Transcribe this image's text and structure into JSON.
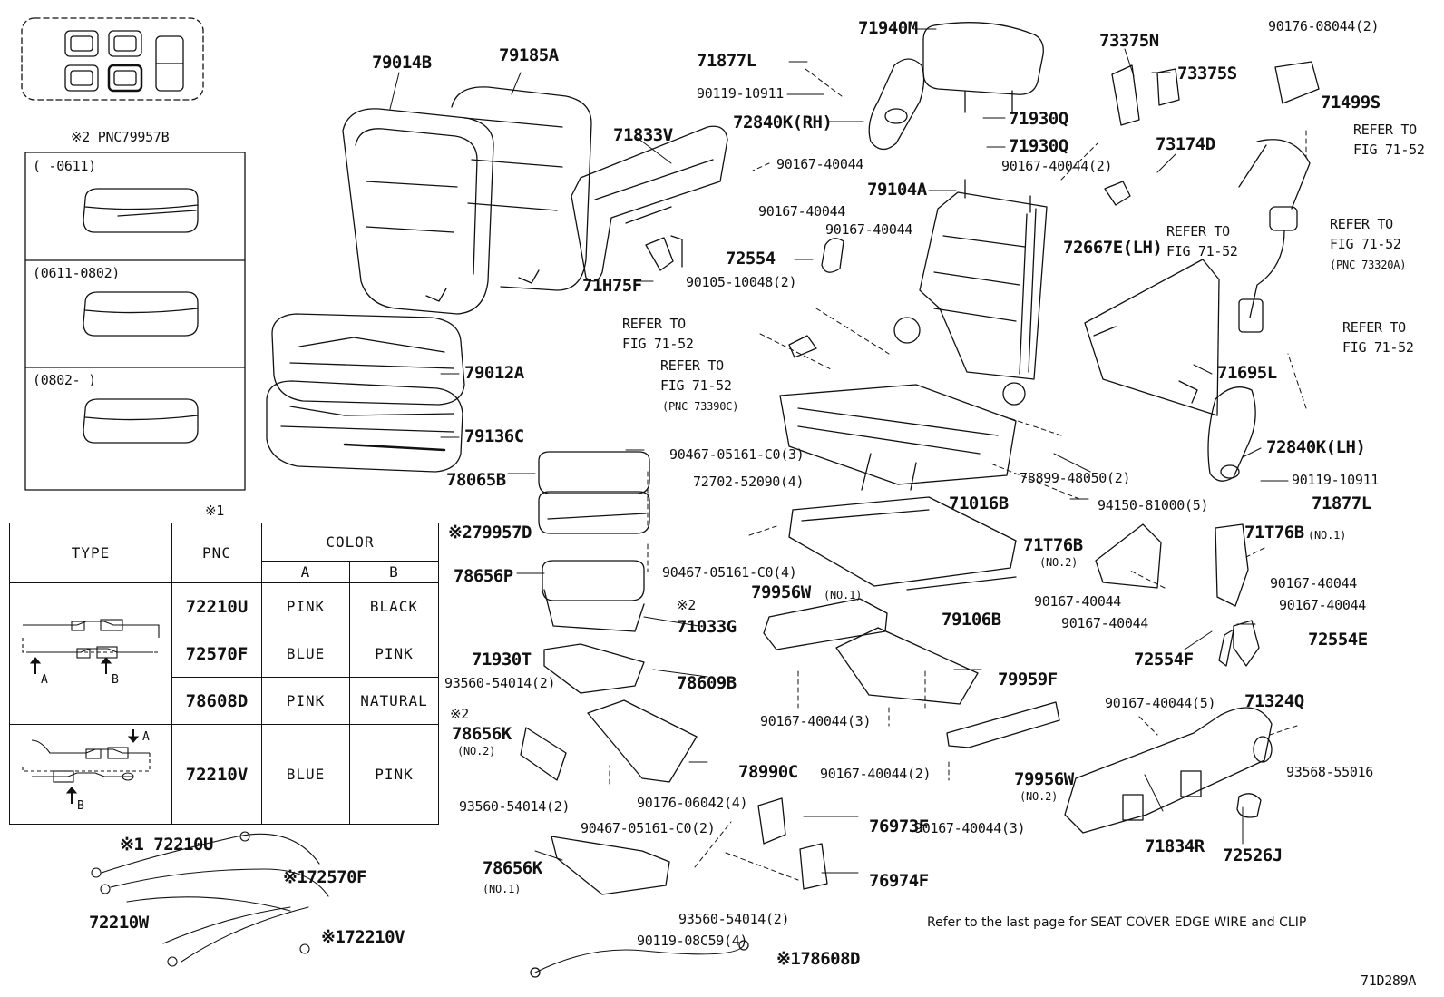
{
  "figure_code": "71D289A",
  "footer_note": "Refer to the last page for SEAT COVER EDGE WIRE and CLIP",
  "inset": {
    "title": "※2 PNC79957B",
    "rows": [
      {
        "range": "(      -0611)"
      },
      {
        "range": "(0611-0802)"
      },
      {
        "range": "(0802-      )"
      }
    ]
  },
  "table": {
    "marker": "※1",
    "headers": {
      "type": "TYPE",
      "pnc": "PNC",
      "color": "COLOR",
      "a": "A",
      "b": "B"
    },
    "rows": [
      {
        "pnc": "72210U",
        "a": "PINK",
        "b": "BLACK"
      },
      {
        "pnc": "72570F",
        "a": "BLUE",
        "b": "PINK"
      },
      {
        "pnc": "78608D",
        "a": "PINK",
        "b": "NATURAL"
      },
      {
        "pnc": "72210V",
        "a": "BLUE",
        "b": "PINK"
      }
    ],
    "arrow_a": "A",
    "arrow_b": "B"
  },
  "parts": [
    {
      "text": "79014B",
      "size": "big"
    },
    {
      "text": "79185A",
      "size": "big"
    },
    {
      "text": "79012A",
      "size": "big"
    },
    {
      "text": "79136C",
      "size": "big"
    },
    {
      "text": "71833V",
      "size": "big"
    },
    {
      "text": "71H75F",
      "size": "big"
    },
    {
      "text": "71940M",
      "size": "big"
    },
    {
      "text": "71877L",
      "size": "big"
    },
    {
      "text": "90119-10911",
      "size": "mid"
    },
    {
      "text": "72840K(RH)",
      "size": "big"
    },
    {
      "text": "71930Q",
      "size": "big"
    },
    {
      "text": "71930Q",
      "size": "big"
    },
    {
      "text": "90167-40044",
      "size": "mid"
    },
    {
      "text": "90167-40044(2)",
      "size": "mid"
    },
    {
      "text": "79104A",
      "size": "big"
    },
    {
      "text": "90167-40044",
      "size": "mid"
    },
    {
      "text": "90167-40044",
      "size": "mid"
    },
    {
      "text": "72554",
      "size": "big"
    },
    {
      "text": "90105-10048(2)",
      "size": "mid"
    },
    {
      "text": "REFER TO",
      "size": "mid"
    },
    {
      "text": "FIG 71-52",
      "size": "mid"
    },
    {
      "text": "REFER TO",
      "size": "mid"
    },
    {
      "text": "FIG 71-52",
      "size": "mid"
    },
    {
      "text": "(PNC 73390C)",
      "size": "sm"
    },
    {
      "text": "73375N",
      "size": "big"
    },
    {
      "text": "73375S",
      "size": "big"
    },
    {
      "text": "90176-08044(2)",
      "size": "mid"
    },
    {
      "text": "71499S",
      "size": "big"
    },
    {
      "text": "73174D",
      "size": "big"
    },
    {
      "text": "REFER TO",
      "size": "mid"
    },
    {
      "text": "FIG 71-52",
      "size": "mid"
    },
    {
      "text": "72667E(LH)",
      "size": "big"
    },
    {
      "text": "REFER TO",
      "size": "mid"
    },
    {
      "text": "FIG 71-52",
      "size": "mid"
    },
    {
      "text": "REFER TO",
      "size": "mid"
    },
    {
      "text": "FIG 71-52",
      "size": "mid"
    },
    {
      "text": "(PNC 73320A)",
      "size": "sm"
    },
    {
      "text": "REFER TO",
      "size": "mid"
    },
    {
      "text": "FIG 71-52",
      "size": "mid"
    },
    {
      "text": "71695L",
      "size": "big"
    },
    {
      "text": "72840K(LH)",
      "size": "big"
    },
    {
      "text": "90119-10911",
      "size": "mid"
    },
    {
      "text": "71877L",
      "size": "big"
    },
    {
      "text": "78065B",
      "size": "big"
    },
    {
      "text": "90467-05161-C0(3)",
      "size": "mid"
    },
    {
      "text": "※279957D",
      "size": "big"
    },
    {
      "text": "72702-52090(4)",
      "size": "mid"
    },
    {
      "text": "71016B",
      "size": "big"
    },
    {
      "text": "78899-48050(2)",
      "size": "mid"
    },
    {
      "text": "94150-81000(5)",
      "size": "mid"
    },
    {
      "text": "90467-05161-C0(4)",
      "size": "mid"
    },
    {
      "text": "78656P",
      "size": "big"
    },
    {
      "text": "※2",
      "size": "mid"
    },
    {
      "text": "71033G",
      "size": "big"
    },
    {
      "text": "71930T",
      "size": "big"
    },
    {
      "text": "93560-54014(2)",
      "size": "mid"
    },
    {
      "text": "78609B",
      "size": "big"
    },
    {
      "text": "79956W",
      "size": "big"
    },
    {
      "text": "(NO.1)",
      "size": "sm"
    },
    {
      "text": "79106B",
      "size": "big"
    },
    {
      "text": "71T76B",
      "size": "big"
    },
    {
      "text": "(NO.2)",
      "size": "sm"
    },
    {
      "text": "71T76B",
      "size": "big"
    },
    {
      "text": "(NO.1)",
      "size": "sm"
    },
    {
      "text": "90167-40044",
      "size": "mid"
    },
    {
      "text": "90167-40044",
      "size": "mid"
    },
    {
      "text": "90167-40044",
      "size": "mid"
    },
    {
      "text": "90167-40044",
      "size": "mid"
    },
    {
      "text": "72554E",
      "size": "big"
    },
    {
      "text": "72554F",
      "size": "big"
    },
    {
      "text": "79959F",
      "size": "big"
    },
    {
      "text": "90167-40044(3)",
      "size": "mid"
    },
    {
      "text": "※2",
      "size": "mid"
    },
    {
      "text": "78656K",
      "size": "big"
    },
    {
      "text": "(NO.2)",
      "size": "sm"
    },
    {
      "text": "78990C",
      "size": "big"
    },
    {
      "text": "93560-54014(2)",
      "size": "mid"
    },
    {
      "text": "90176-06042(4)",
      "size": "mid"
    },
    {
      "text": "90167-40044(2)",
      "size": "mid"
    },
    {
      "text": "79956W",
      "size": "big"
    },
    {
      "text": "(NO.2)",
      "size": "sm"
    },
    {
      "text": "90167-40044(3)",
      "size": "mid"
    },
    {
      "text": "90167-40044(5)",
      "size": "mid"
    },
    {
      "text": "71324Q",
      "size": "big"
    },
    {
      "text": "93568-55016",
      "size": "mid"
    },
    {
      "text": "71834R",
      "size": "big"
    },
    {
      "text": "72526J",
      "size": "big"
    },
    {
      "text": "90467-05161-C0(2)",
      "size": "mid"
    },
    {
      "text": "76973F",
      "size": "big"
    },
    {
      "text": "76974F",
      "size": "big"
    },
    {
      "text": "78656K",
      "size": "big"
    },
    {
      "text": "(NO.1)",
      "size": "sm"
    },
    {
      "text": "93560-54014(2)",
      "size": "mid"
    },
    {
      "text": "90119-08C59(4)",
      "size": "mid"
    },
    {
      "text": "※178608D",
      "size": "big"
    },
    {
      "text": "※1 72210U",
      "size": "big"
    },
    {
      "text": "※172570F",
      "size": "big"
    },
    {
      "text": "72210W",
      "size": "big"
    },
    {
      "text": "※172210V",
      "size": "big"
    }
  ]
}
